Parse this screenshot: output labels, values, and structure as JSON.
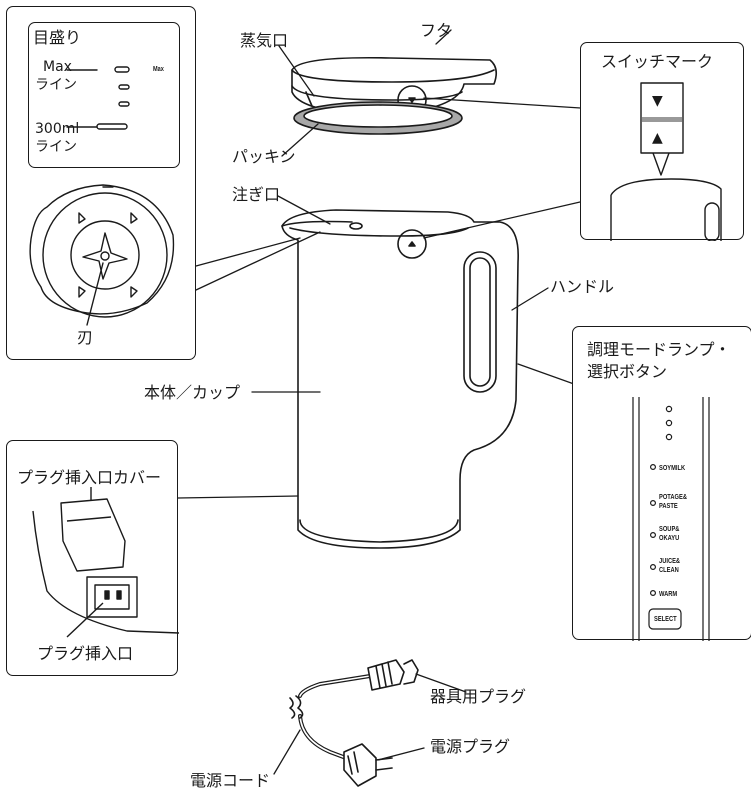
{
  "labels": {
    "lid": "フタ",
    "steam_port": "蒸気口",
    "packing": "パッキン",
    "spout": "注ぎ口",
    "handle": "ハンドル",
    "body_cup": "本体／カップ",
    "blade": "刃",
    "mode_lamp_line1": "調理モードランプ・",
    "mode_lamp_line2": "選択ボタン",
    "plug_cover": "プラグ挿入口カバー",
    "plug_inlet": "プラグ挿入口",
    "appliance_plug": "器具用プラグ",
    "power_plug": "電源プラグ",
    "power_cord": "電源コード"
  },
  "scale_panel": {
    "title": "目盛り",
    "max": "Max",
    "max_line": "ライン",
    "max_tag": "Max",
    "ml300": "300ml",
    "ml300_line": "ライン"
  },
  "switch_panel": {
    "title": "スイッチマーク",
    "up_symbol": "▼",
    "down_symbol": "▲"
  },
  "mode_panel": {
    "buttons": [
      {
        "line1": "SOYMILK",
        "line2": ""
      },
      {
        "line1": "POTAGE&",
        "line2": "PASTE"
      },
      {
        "line1": "SOUP&",
        "line2": "OKAYU"
      },
      {
        "line1": "JUICE&",
        "line2": "CLEAN"
      },
      {
        "line1": "WARM",
        "line2": ""
      }
    ],
    "select": "SELECT"
  },
  "colors": {
    "line": "#1a1a1a",
    "packing_gray": "#a8a8a8",
    "switch_band": "#999999"
  }
}
